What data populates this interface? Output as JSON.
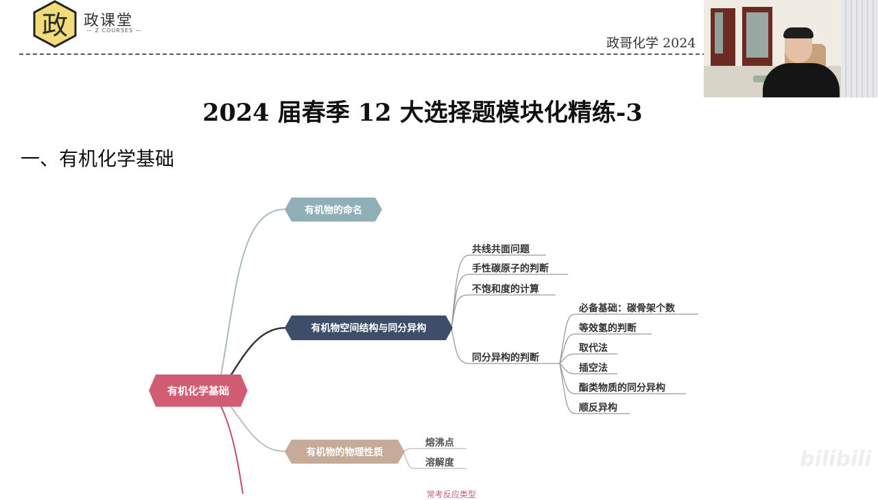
{
  "header": {
    "logo_name": "政课堂",
    "logo_subtitle": "— Z COURSES —",
    "logo_glyph": "政",
    "course_tag": "政哥化学 2024"
  },
  "slide": {
    "title": "2024 届春季 12 大选择题模块化精练-3",
    "section_heading": "一、有机化学基础"
  },
  "mindmap": {
    "root": {
      "label": "有机化学基础",
      "color": "#d25d73"
    },
    "branches": [
      {
        "label": "有机物的命名",
        "color": "#8fb0b8",
        "children": []
      },
      {
        "label": "有机物空间结构与同分异构",
        "color": "#3e4e6a",
        "children": [
          {
            "label": "共线共面问题"
          },
          {
            "label": "手性碳原子的判断"
          },
          {
            "label": "不饱和度的计算"
          },
          {
            "label": "同分异构的判断",
            "children": [
              {
                "label": "必备基础：碳骨架个数"
              },
              {
                "label": "等效氢的判断"
              },
              {
                "label": "取代法"
              },
              {
                "label": "插空法"
              },
              {
                "label": "酯类物质的同分异构"
              },
              {
                "label": "顺反异构"
              }
            ]
          }
        ]
      },
      {
        "label": "有机物的物理性质",
        "color": "#c5ab98",
        "children": [
          {
            "label": "熔沸点"
          },
          {
            "label": "溶解度"
          }
        ]
      }
    ],
    "partial_bottom_label": "常考反应类型"
  },
  "webcam": {
    "description": "presenter webcam overlay"
  },
  "watermark": {
    "text": "bilibili"
  }
}
